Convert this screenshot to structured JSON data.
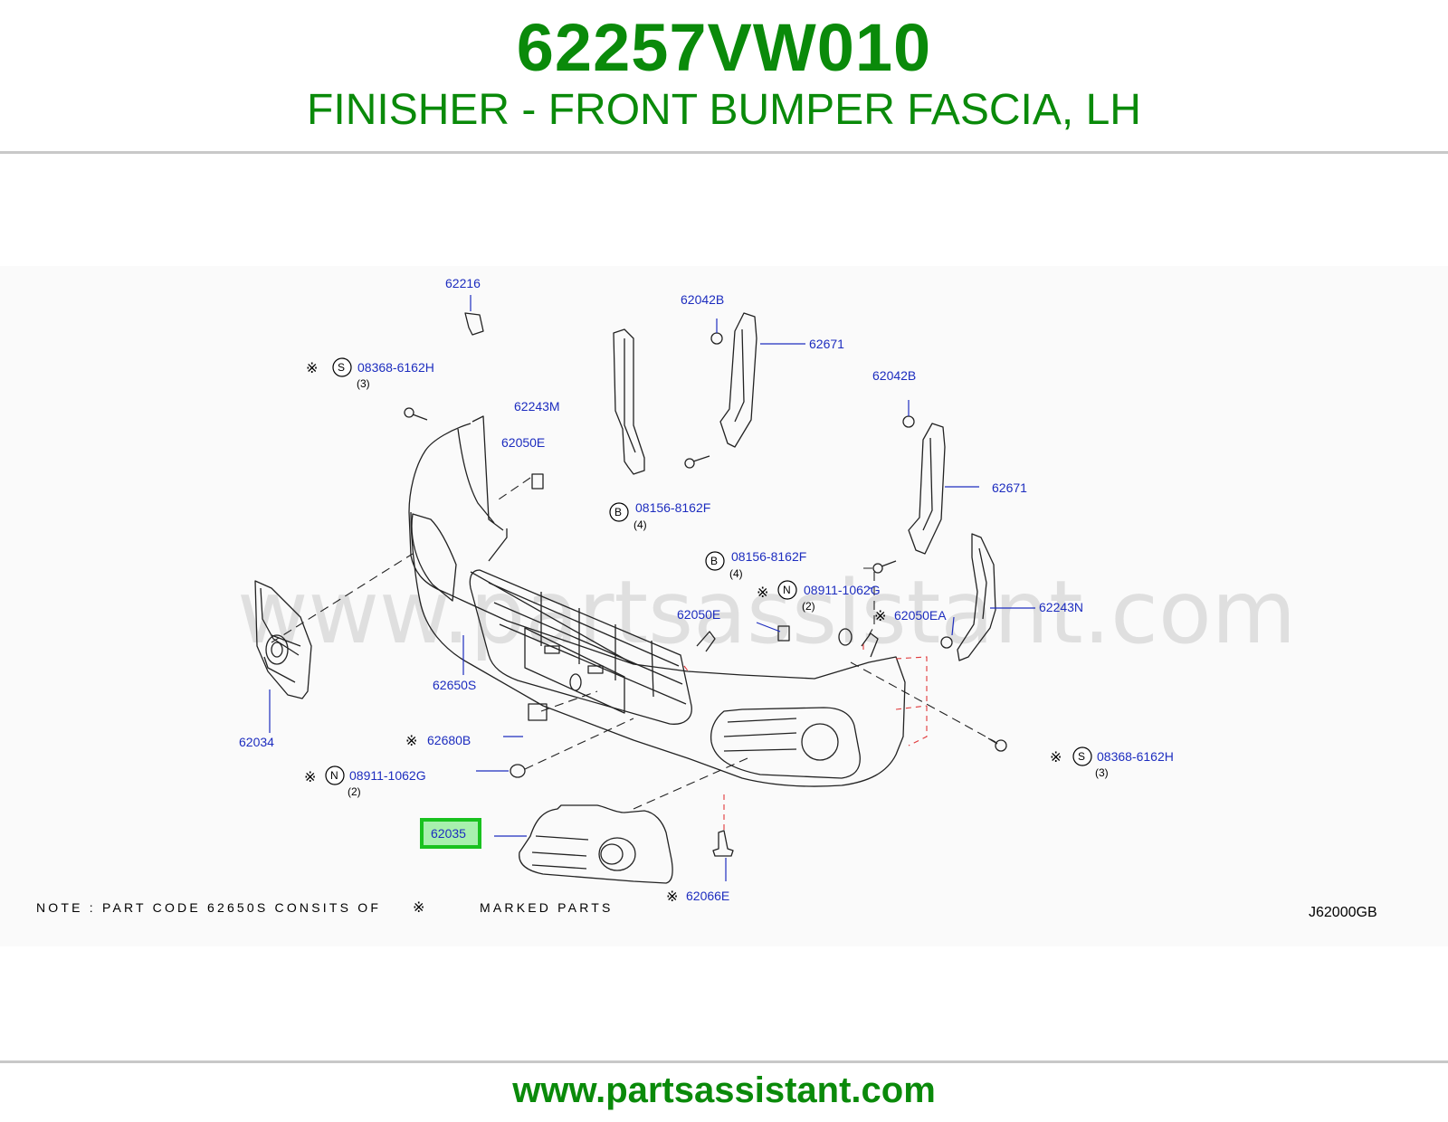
{
  "header": {
    "part_number": "62257VW010",
    "description": "FINISHER - FRONT BUMPER FASCIA, LH"
  },
  "colors": {
    "brand_green": "#0a8a0a",
    "callout_blue": "#1d2dbf",
    "highlight_green": "#19c21f",
    "highlight_fill": "#a8f0ae",
    "assembly_dash_red": "#e0383a"
  },
  "watermark": "www.partsassistant.com",
  "callouts": {
    "c62216": "62216",
    "c62042b_1": "62042B",
    "c62671_1": "62671",
    "c08368_1": "08368-6162H",
    "q08368_1": "(3)",
    "c62243m": "62243M",
    "c62050e_1": "62050E",
    "c62042b_2": "62042B",
    "c08156_1": "08156-8162F",
    "q08156_1": "(4)",
    "c62671_2": "62671",
    "c08156_2": "08156-8162F",
    "q08156_2": "(4)",
    "c08911_1": "08911-1062G",
    "q08911_1": "(2)",
    "c62050e_2": "62050E",
    "c62050ea": "62050EA",
    "c62243n": "62243N",
    "c62650s": "62650S",
    "c62034": "62034",
    "c62680b": "62680B",
    "c08911_2": "08911-1062G",
    "q08911_2": "(2)",
    "c08368_2": "08368-6162H",
    "q08368_2": "(3)",
    "c62035": "62035",
    "c62066e": "62066E"
  },
  "symbols": {
    "s": "S",
    "b": "B",
    "n": "N",
    "mark": "※"
  },
  "note": "NOTE : PART CODE 62650S CONSITS OF",
  "note_tail": "MARKED PARTS",
  "diagram_code": "J62000GB",
  "highlighted_part": "62035",
  "footer": {
    "url": "www.partsassistant.com"
  }
}
